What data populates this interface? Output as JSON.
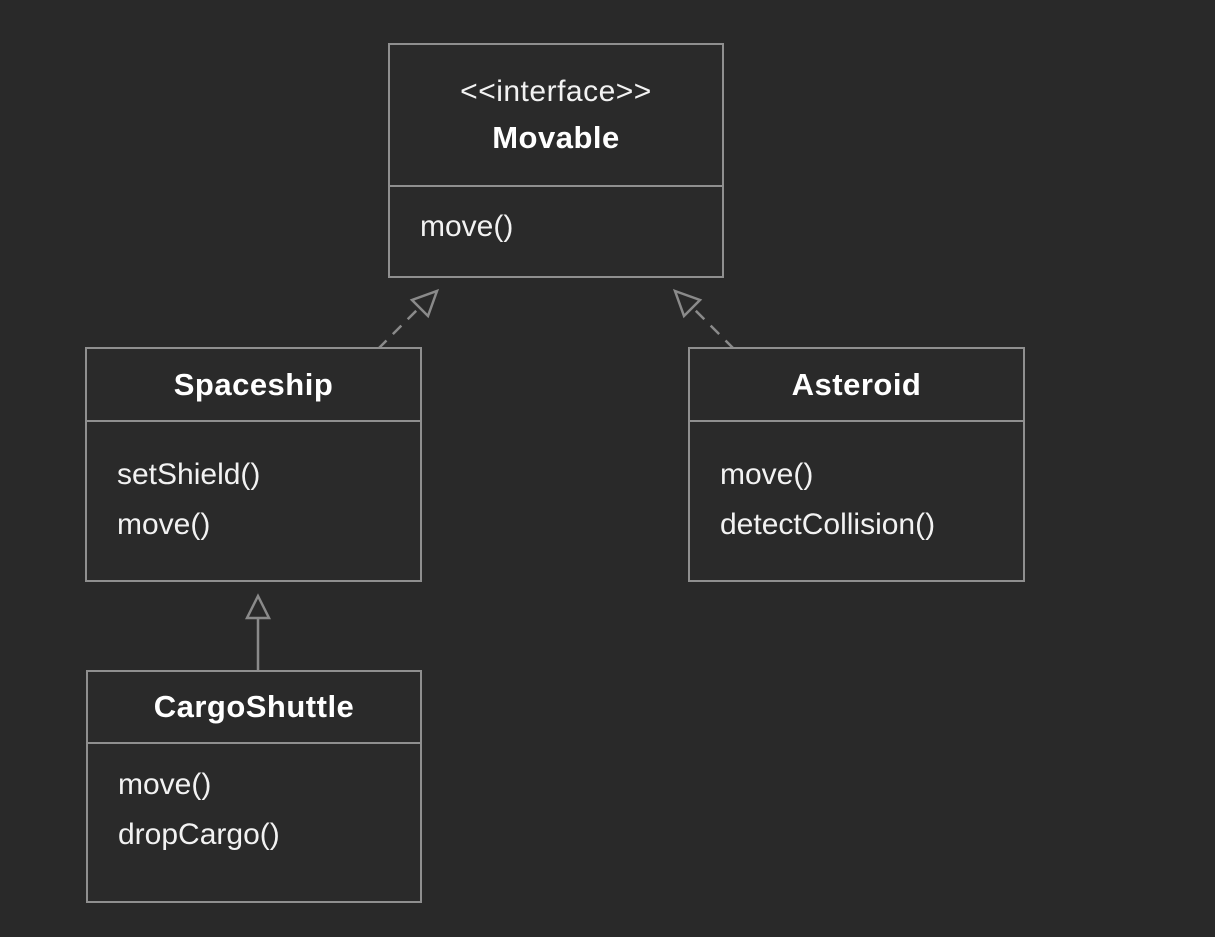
{
  "diagram": {
    "kind": "uml-class-diagram",
    "colors": {
      "background": "#292929",
      "box_fill": "#2a2a2a",
      "border": "#8f8f8f",
      "arrow": "#8a8a8a",
      "text": "#f2f2f2"
    },
    "nodes": {
      "movable": {
        "stereotype": "<<interface>>",
        "name": "Movable",
        "methods": [
          "move()"
        ]
      },
      "spaceship": {
        "name": "Spaceship",
        "methods": [
          "setShield()",
          "move()"
        ]
      },
      "asteroid": {
        "name": "Asteroid",
        "methods": [
          "move()",
          "detectCollision()"
        ]
      },
      "cargoshuttle": {
        "name": "CargoShuttle",
        "methods": [
          "move()",
          "dropCargo()"
        ]
      }
    },
    "relationships": [
      {
        "from": "Spaceship",
        "to": "Movable",
        "type": "realization",
        "line": "dashed",
        "head": "hollow-triangle"
      },
      {
        "from": "Asteroid",
        "to": "Movable",
        "type": "realization",
        "line": "dashed",
        "head": "hollow-triangle"
      },
      {
        "from": "CargoShuttle",
        "to": "Spaceship",
        "type": "generalization",
        "line": "solid",
        "head": "hollow-triangle"
      }
    ]
  }
}
